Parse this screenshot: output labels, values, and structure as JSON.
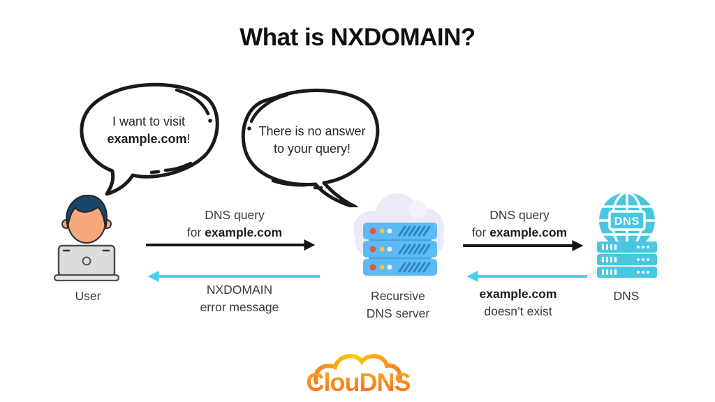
{
  "title": "What is NXDOMAIN?",
  "bubbles": {
    "user": {
      "line1": "I want to visit",
      "line2_bold": "example.com",
      "line2_suffix": "!"
    },
    "resolver": {
      "line1": "There is no answer",
      "line2": "to your query!"
    }
  },
  "actors": {
    "user": {
      "label": "User"
    },
    "resolver": {
      "label_line1": "Recursive",
      "label_line2": "DNS server"
    },
    "dns": {
      "label": "DNS",
      "globe_text": "DNS"
    }
  },
  "arrows": {
    "query1": {
      "line1": "DNS query",
      "line2_prefix": "for",
      "line2_bold": "example.com"
    },
    "nxdomain": {
      "line1": "NXDOMAIN",
      "line2": "error message"
    },
    "query2": {
      "line1": "DNS query",
      "line2_prefix": "for",
      "line2_bold": "example.com"
    },
    "noexist": {
      "line1_bold": "example.com",
      "line2": "doesn’t exist"
    }
  },
  "logo": {
    "text": "ClouDNS"
  },
  "colors": {
    "query_arrow": "#141414",
    "answer_arrow": "#45d1ec",
    "server_blue": "#5cbaf4",
    "server_stripe": "#2d86c2",
    "cloud_lavender": "#ece9f8",
    "dns_cyan": "#4ac7e0",
    "skin": "#f4a87c",
    "hair": "#17486b",
    "shirt": "#3ec3b0",
    "laptop": "#dcdcdc",
    "logo_orange": "#f26a21",
    "logo_yellow": "#ffcb05"
  }
}
